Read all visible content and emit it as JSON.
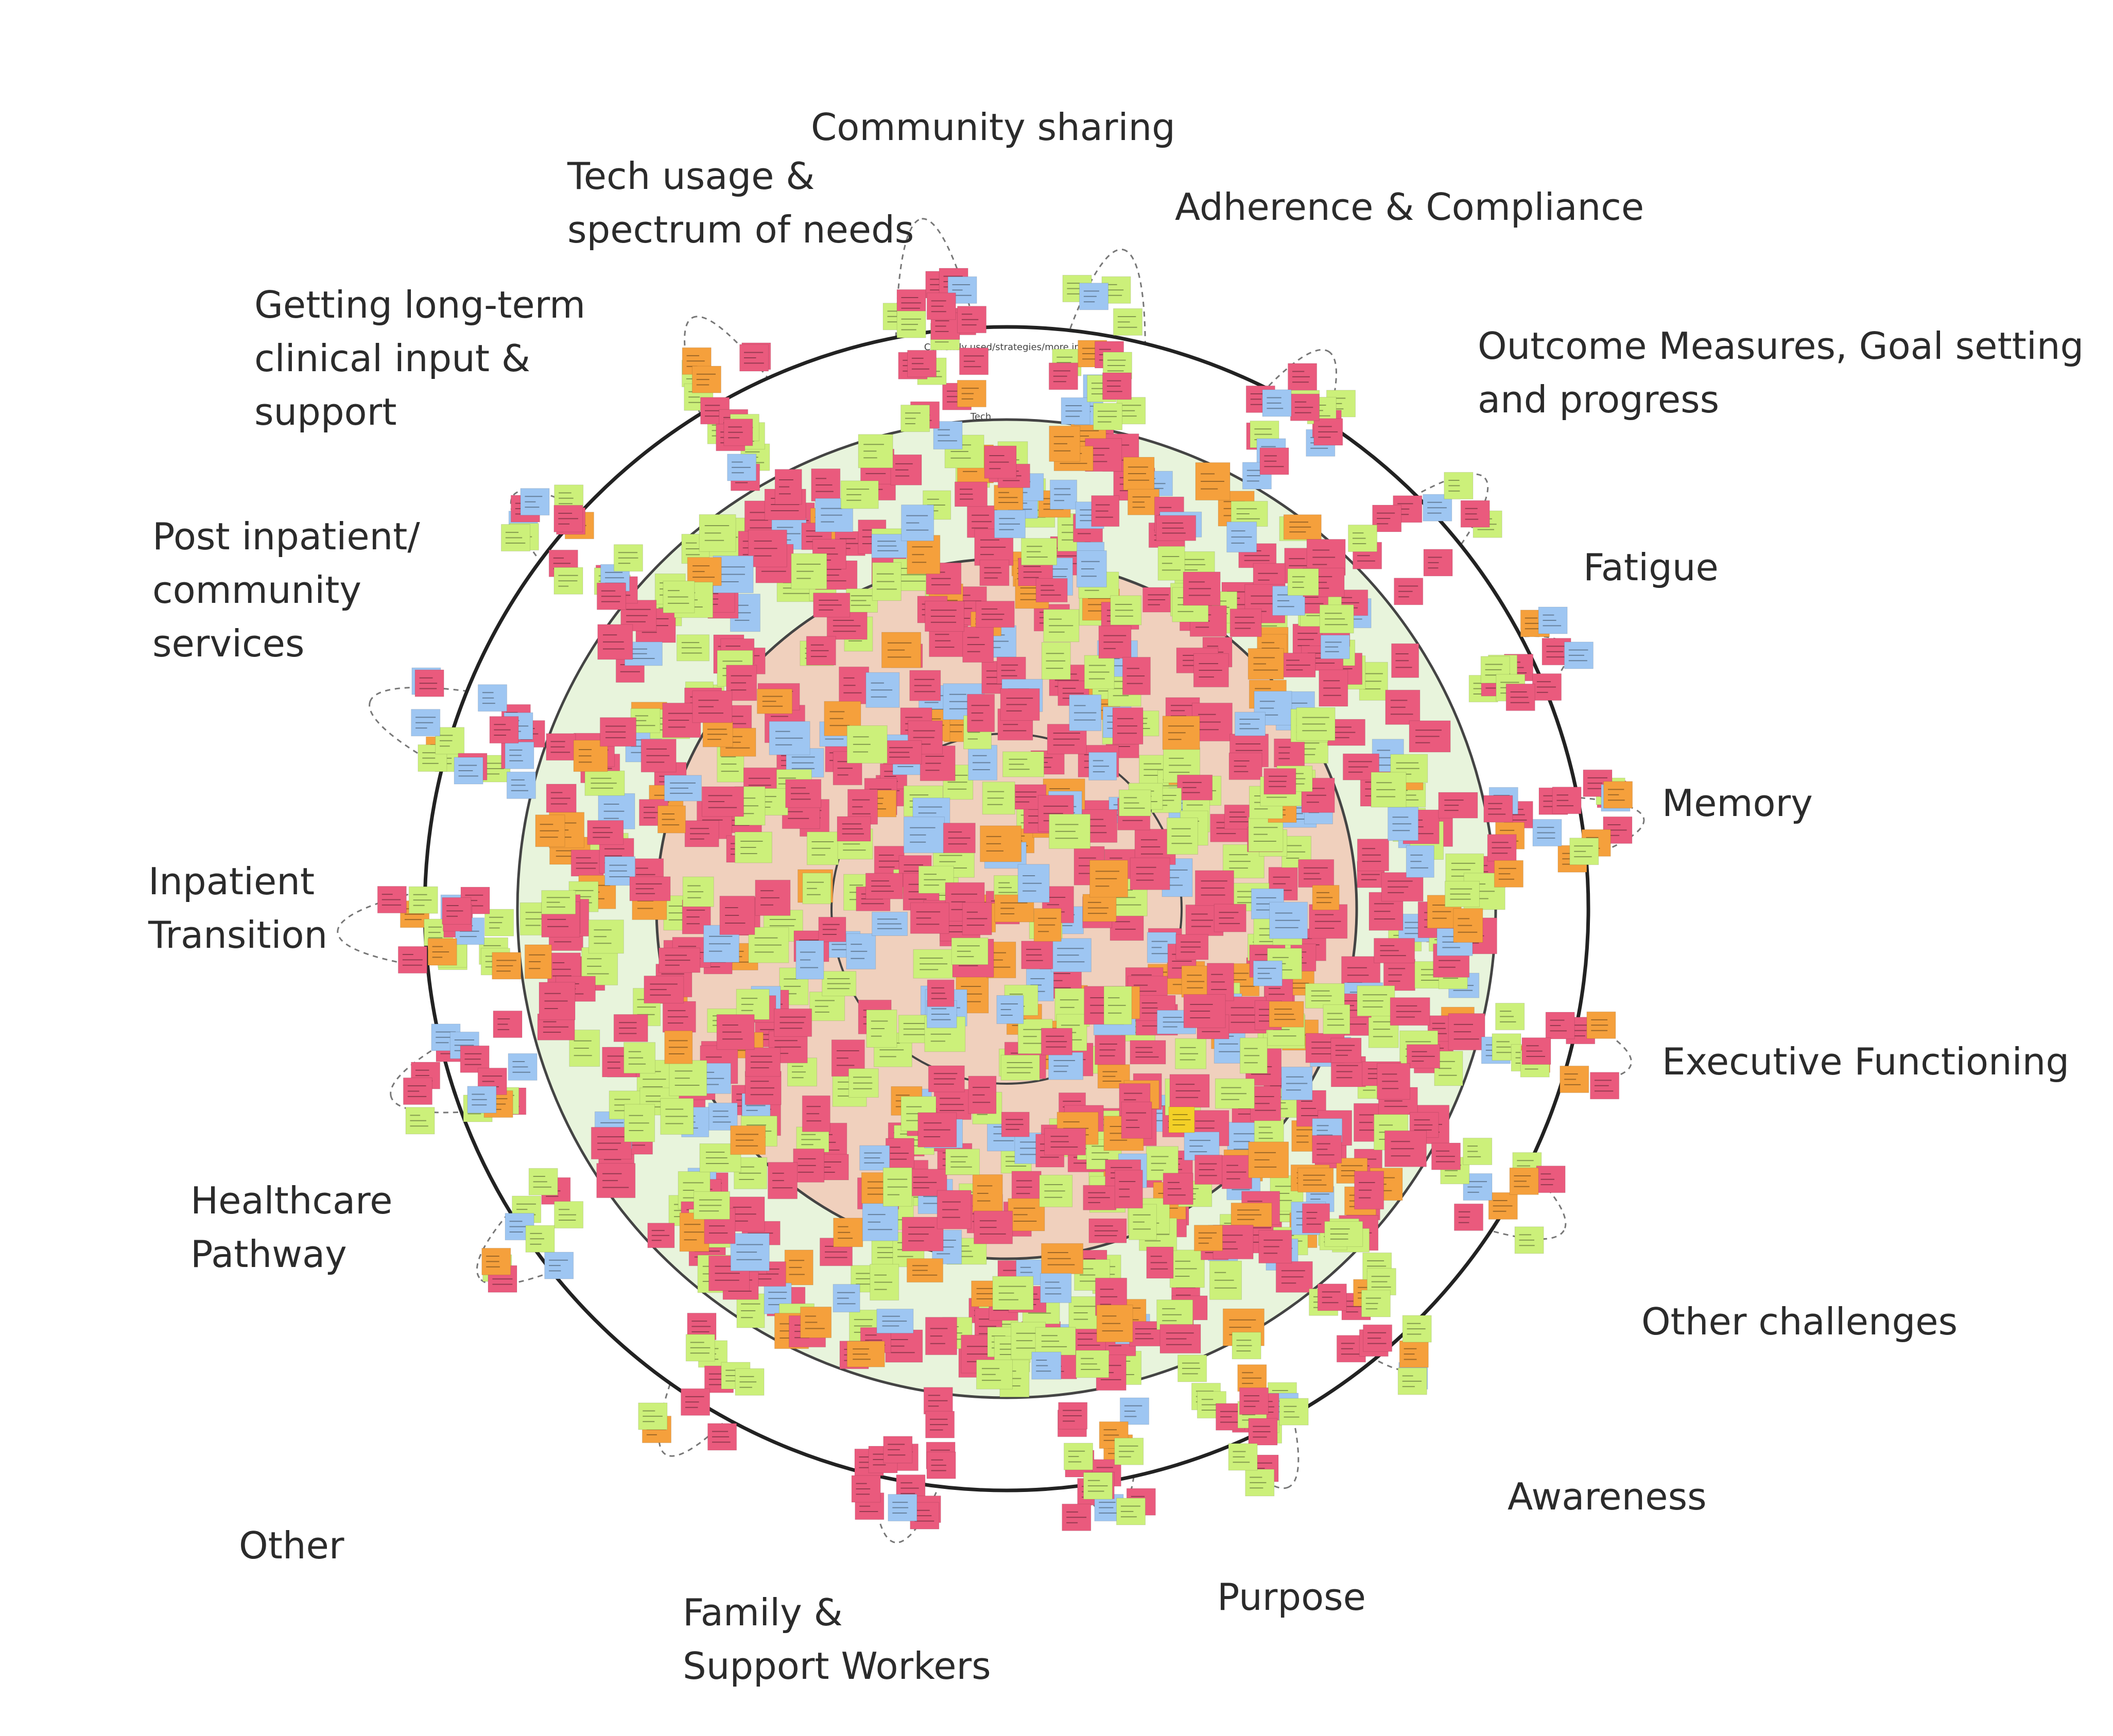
{
  "board": {
    "ring_labels": {
      "outer": "Currently used/strategies/more info",
      "middle": "Tech"
    },
    "categories": [
      {
        "key": "community-sharing",
        "lines": [
          "Community sharing"
        ]
      },
      {
        "key": "tech-usage",
        "lines": [
          "Tech usage &",
          "spectrum of needs"
        ]
      },
      {
        "key": "adherence",
        "lines": [
          "Adherence & Compliance"
        ]
      },
      {
        "key": "getting-long-term",
        "lines": [
          "Getting long-term",
          "clinical input &",
          "support"
        ]
      },
      {
        "key": "outcome-measures",
        "lines": [
          "Outcome Measures, Goal setting",
          "and progress"
        ]
      },
      {
        "key": "post-inpatient",
        "lines": [
          "Post inpatient/",
          "community",
          "services"
        ]
      },
      {
        "key": "fatigue",
        "lines": [
          "Fatigue"
        ]
      },
      {
        "key": "memory",
        "lines": [
          "Memory"
        ]
      },
      {
        "key": "inpatient-transition",
        "lines": [
          "Inpatient",
          "Transition"
        ]
      },
      {
        "key": "executive-functioning",
        "lines": [
          "Executive Functioning"
        ]
      },
      {
        "key": "healthcare-pathway",
        "lines": [
          "Healthcare",
          "Pathway"
        ]
      },
      {
        "key": "other-challenges",
        "lines": [
          "Other challenges"
        ]
      },
      {
        "key": "awareness",
        "lines": [
          "Awareness"
        ]
      },
      {
        "key": "other",
        "lines": [
          "Other"
        ]
      },
      {
        "key": "purpose",
        "lines": [
          "Purpose"
        ]
      },
      {
        "key": "family-support",
        "lines": [
          "Family &",
          "Support Workers"
        ]
      }
    ],
    "note_colors": {
      "pink": "#ea5a7d",
      "orange": "#f5a03c",
      "lime": "#ccf07a",
      "blue": "#9ec6f2",
      "yellow": "#f3d027"
    },
    "ring_colors": {
      "green_fill": "#e8f4dc",
      "peach_fill": "#f0d0bd",
      "stroke": "#222222"
    }
  }
}
